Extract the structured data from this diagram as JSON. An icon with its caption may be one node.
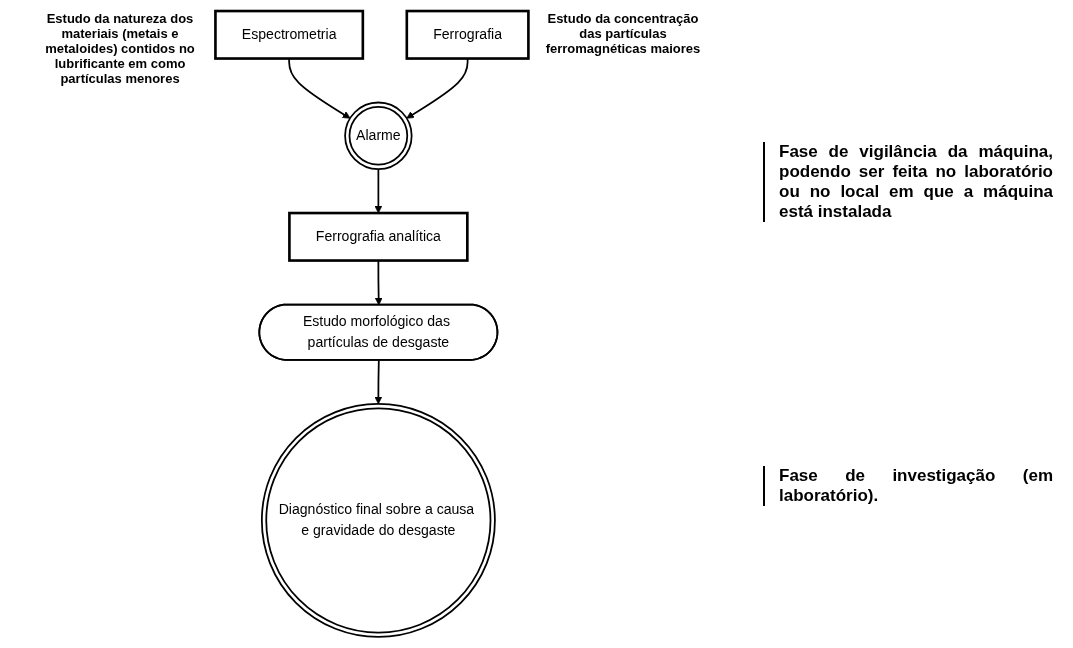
{
  "diagram": {
    "nodes": [
      {
        "text": [
          "Espectrometria"
        ],
        "beside": [
          "Estudo da natureza dos materiais (metais e metaloides) contidos no lubrificante em como partículas menores"
        ]
      },
      {
        "text": [
          "Alarme"
        ]
      },
      {
        "text": [
          "Ferrografia"
        ],
        "beside": [
          "Estudo da concentração das partículas ferromagnéticas maiores"
        ]
      },
      {
        "text": [
          "Ferrografia analítica"
        ]
      },
      {
        "text": [
          "Estudo morfológico das partículas de desgaste"
        ]
      },
      {
        "text": [
          "Diagnóstico final sobre a causa e gravidade do desgaste"
        ]
      }
    ],
    "edges": [
      {
        "from": 0,
        "to": 1,
        "arrow": "to"
      },
      {
        "from": 2,
        "to": 1,
        "arrow": "to"
      },
      {
        "from": 1,
        "to": 3,
        "arrow": "to"
      },
      {
        "from": 3,
        "to": 4,
        "arrow": "to"
      },
      {
        "from": 4,
        "to": 5,
        "arrow": "to"
      }
    ],
    "labels": [
      "Fase de vigilância da máquina, podendo ser feita no laboratório ou no local em que a máquina está instalada",
      "Fase de investigação (em laboratório)."
    ]
  }
}
